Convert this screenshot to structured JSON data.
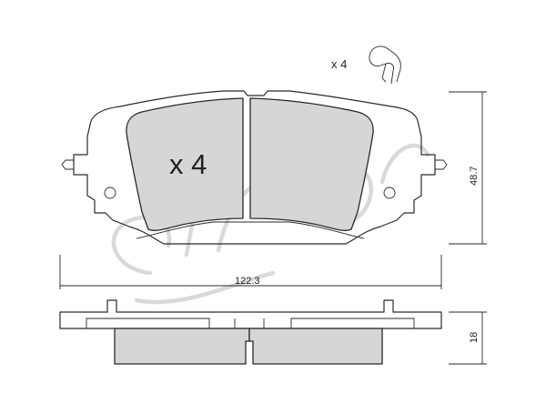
{
  "pad_view": {
    "quantity_label": "x 4"
  },
  "clip": {
    "quantity_label": "x 4"
  },
  "dimensions": {
    "width": "122.3",
    "height": "48.7",
    "thickness": "18"
  }
}
